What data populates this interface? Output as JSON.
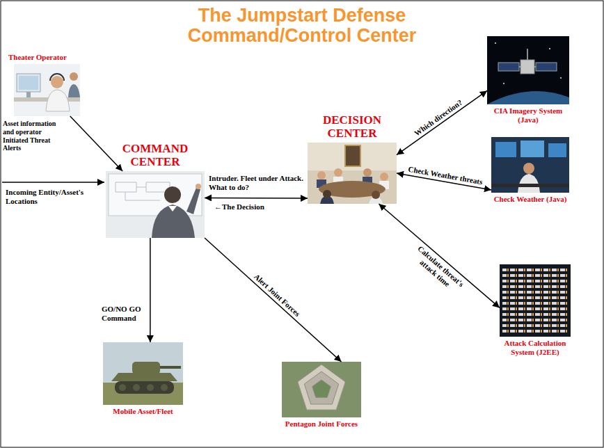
{
  "diagram": {
    "title": "The Jumpstart Defense Command/Control Center",
    "nodes": [
      {
        "text": [
          "Theater Operator"
        ]
      },
      {
        "text": [
          "COMMAND CENTER"
        ]
      },
      {
        "text": [
          "DECISION CENTER"
        ]
      },
      {
        "text": [
          "CIA Imagery System (Java)"
        ]
      },
      {
        "text": [
          "Check Weather (Java)"
        ]
      },
      {
        "text": [
          "Attack Calculation System (J2EE)"
        ]
      },
      {
        "text": [
          "Mobile Asset/Fleet"
        ]
      },
      {
        "text": [
          "Pentagon Joint Forces"
        ]
      }
    ],
    "edges": [
      {
        "from": 0,
        "to": 1,
        "arrow": "to",
        "label": "Asset information and operator Initiated Threat Alerts"
      },
      {
        "from": 1,
        "to": 2,
        "arrow": "both",
        "label": "Intruder. Fleet under Attack. What to do?"
      },
      {
        "from": 2,
        "to": 3,
        "arrow": "both",
        "label": "Which direction?"
      },
      {
        "from": 2,
        "to": 4,
        "arrow": "both",
        "label": "Check Weather threats"
      },
      {
        "from": 2,
        "to": 5,
        "arrow": "both",
        "label": "Calculate threat's attack time"
      },
      {
        "from": 1,
        "to": 6,
        "arrow": "to",
        "label": "GO/NO GO Command"
      },
      {
        "from": 1,
        "to": 7,
        "arrow": "to",
        "label": "Alert Joint Forces"
      }
    ],
    "labels": [
      "Incoming Entity/Asset's Locations",
      "←The Decision"
    ]
  }
}
